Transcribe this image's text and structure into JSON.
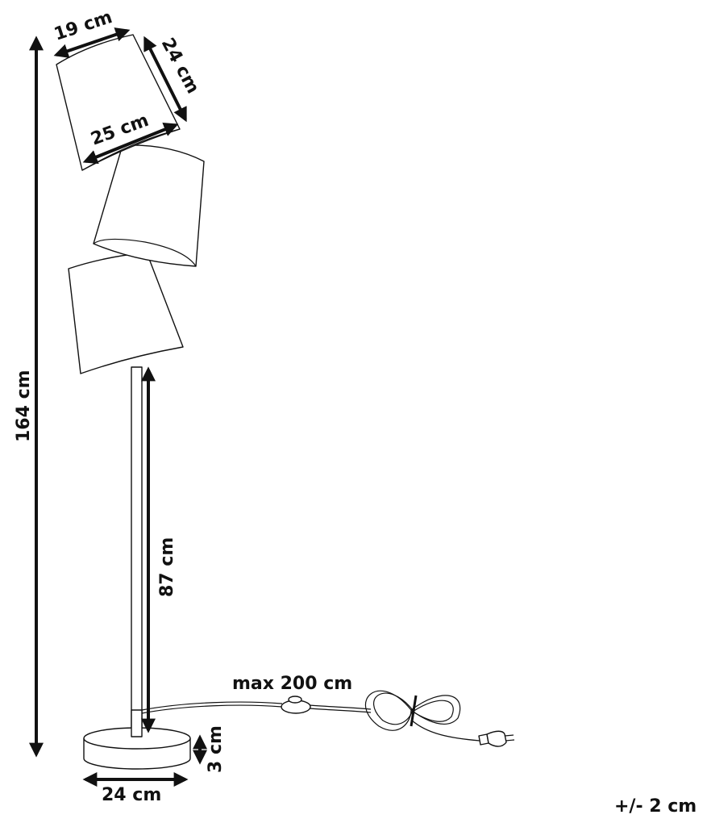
{
  "dimensions": {
    "shade_top_width": "19 cm",
    "shade_height": "24 cm",
    "shade_bottom_width": "25 cm",
    "total_height": "164 cm",
    "pole_height": "87 cm",
    "cable_length": "max 200 cm",
    "base_height": "3 cm",
    "base_diameter": "24 cm",
    "tolerance": "+/- 2 cm"
  },
  "colors": {
    "line": "#111111",
    "background": "#ffffff"
  }
}
